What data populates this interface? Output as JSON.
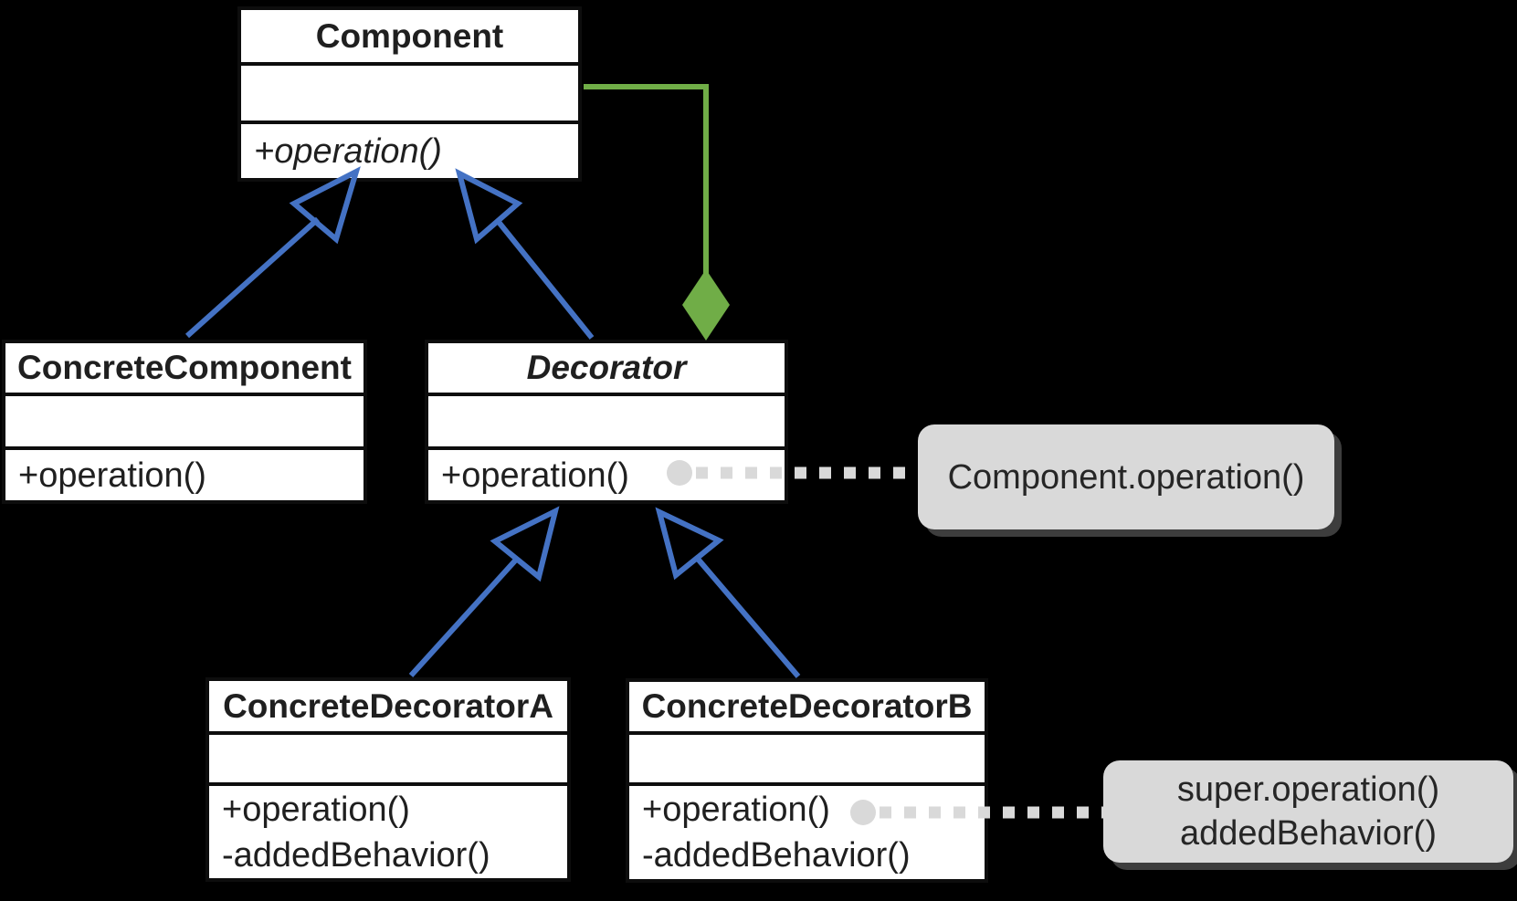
{
  "classes": [
    {
      "name": "Component",
      "methods": [
        "+operation()"
      ]
    },
    {
      "name": "ConcreteComponent",
      "methods": [
        "+operation()"
      ]
    },
    {
      "name": "Decorator",
      "methods": [
        "+operation()"
      ]
    },
    {
      "name": "ConcreteDecoratorA",
      "methods": [
        "+operation()",
        "-addedBehavior()"
      ]
    },
    {
      "name": "ConcreteDecoratorB",
      "methods": [
        "+operation()",
        "-addedBehavior()"
      ]
    }
  ],
  "notes": [
    {
      "lines": [
        "Component.operation()"
      ]
    },
    {
      "lines": [
        "super.operation()",
        "addedBehavior()"
      ]
    }
  ],
  "colors": {
    "background": "#000000",
    "box_fill": "#ffffff",
    "box_border": "#0d0d0d",
    "text": "#1f1f1f",
    "inheritance_blue": "#4472c4",
    "aggregation_green": "#70ad47",
    "note_fill": "#d9d9d9",
    "connector_gray": "#d9d9d9"
  }
}
